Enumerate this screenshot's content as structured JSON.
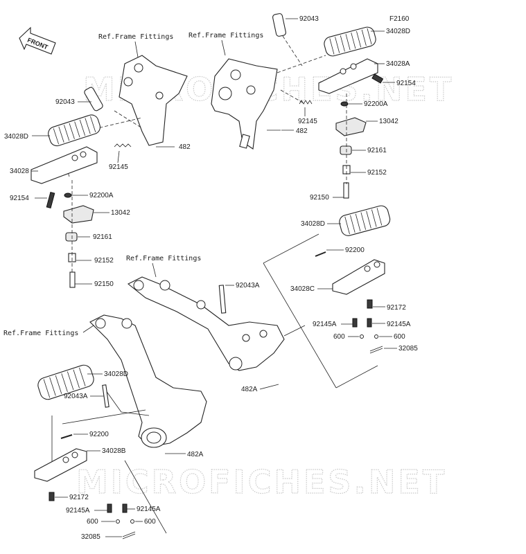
{
  "diagram_code": "F2160",
  "front_label": "FRONT",
  "watermark": "MICROFICHES.NET",
  "ref_frame_fittings": "Ref.Frame Fittings",
  "parts": {
    "p92043": "92043",
    "p92043a": "92043A",
    "p34028": "34028",
    "p34028a": "34028A",
    "p34028b": "34028B",
    "p34028c": "34028C",
    "p34028d": "34028D",
    "p92154": "92154",
    "p92200": "92200",
    "p92200a": "92200A",
    "p13042": "13042",
    "p92161": "92161",
    "p92152": "92152",
    "p92150": "92150",
    "p92145": "92145",
    "p92145a": "92145A",
    "p482": "482",
    "p482a": "482A",
    "p92172": "92172",
    "p600": "600",
    "p32085": "32085"
  }
}
